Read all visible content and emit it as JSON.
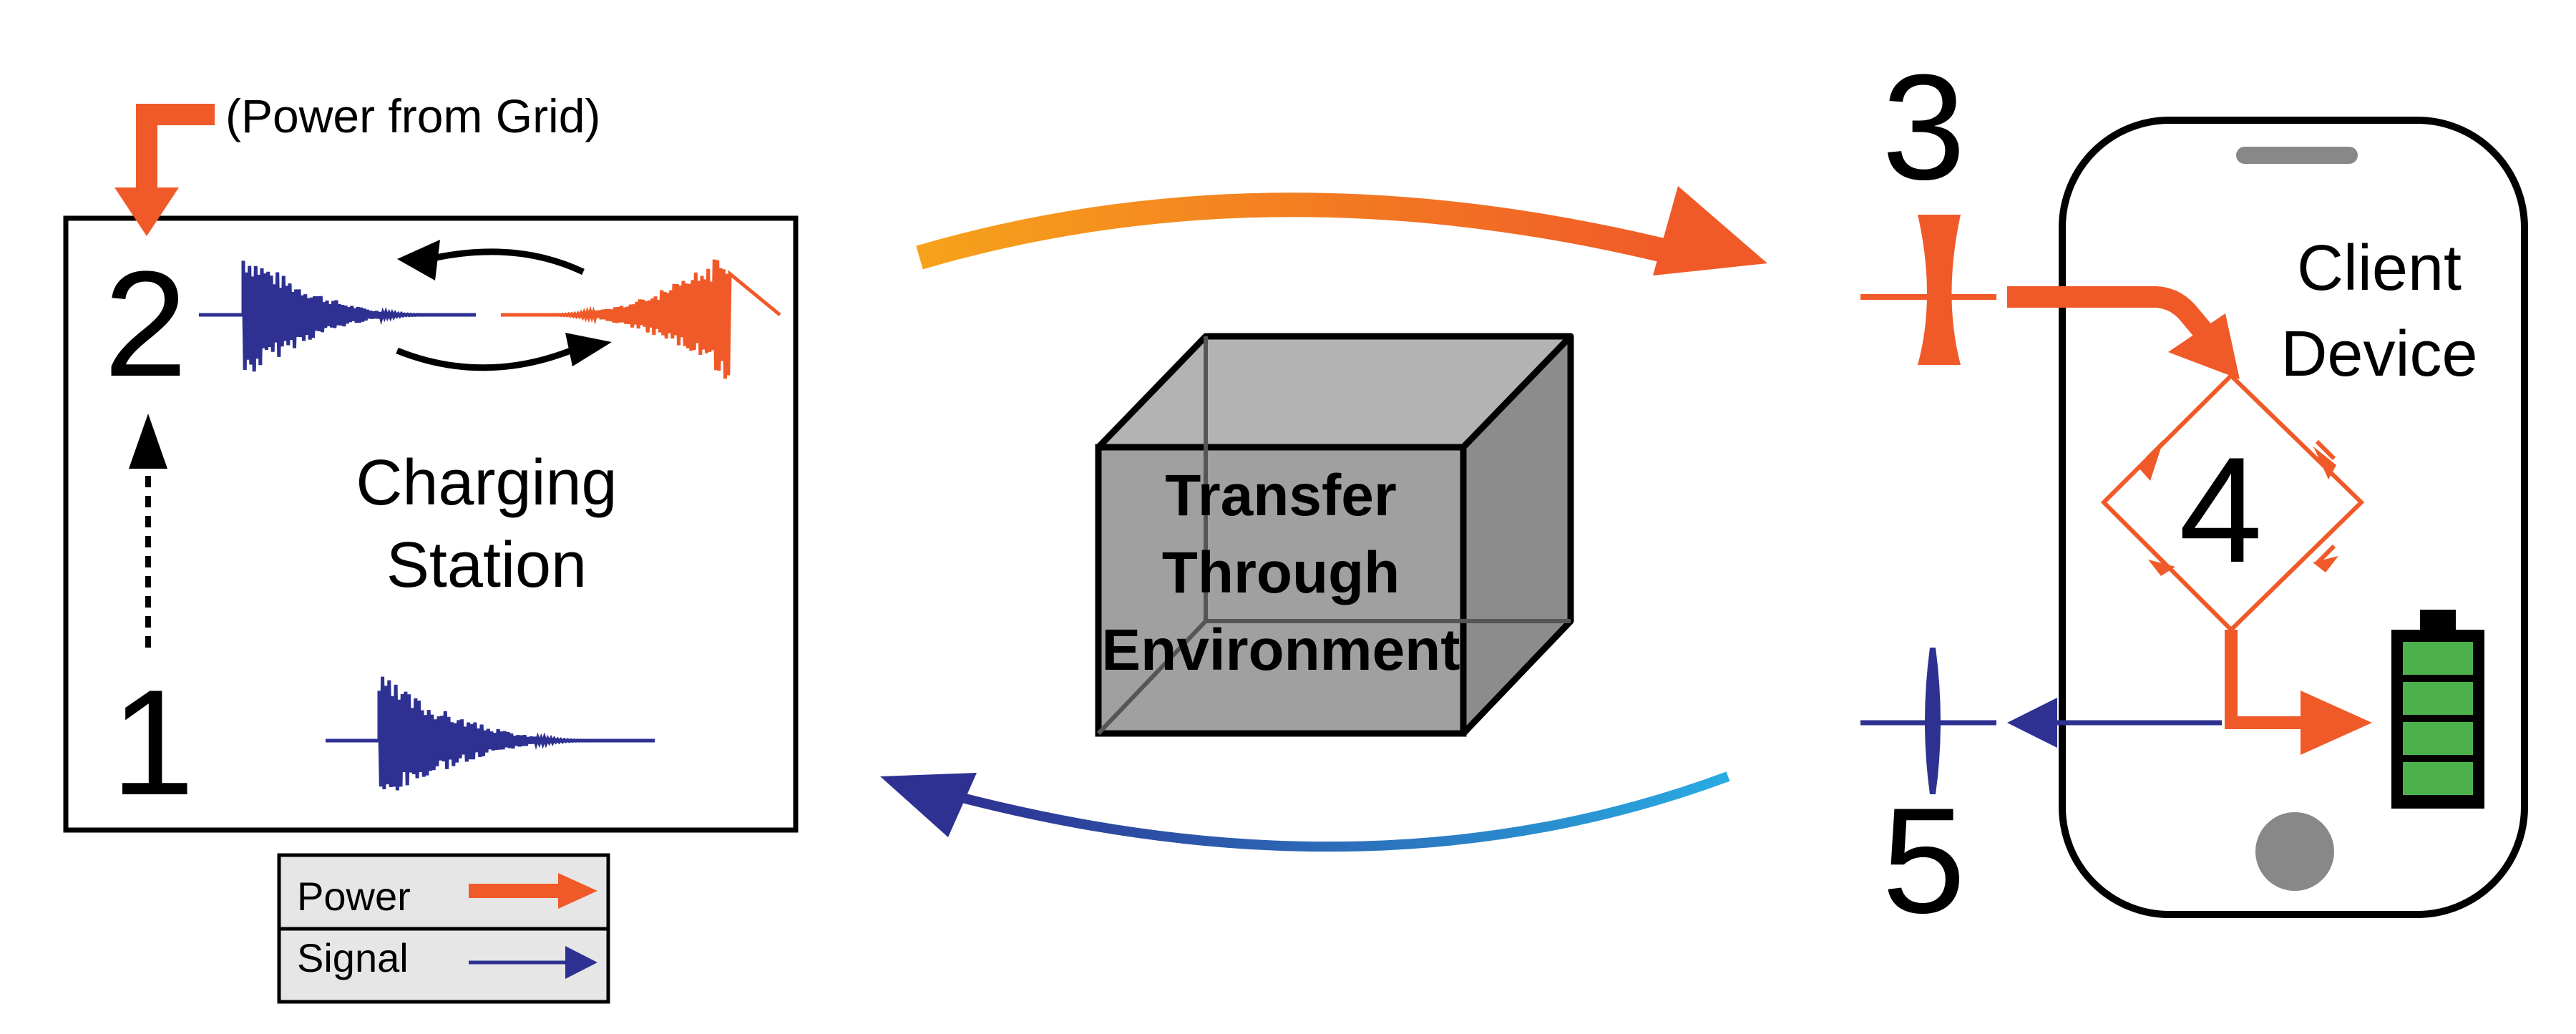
{
  "grid_label": "(Power from Grid)",
  "station": {
    "label_line1": "Charging",
    "label_line2": "Station",
    "step1": "1",
    "step2": "2"
  },
  "environment": {
    "line1": "Transfer",
    "line2": "Through",
    "line3": "Environment"
  },
  "client": {
    "label_line1": "Client",
    "label_line2": "Device",
    "step3": "3",
    "step4": "4",
    "step5": "5"
  },
  "legend": {
    "power": "Power",
    "signal": "Signal"
  },
  "colors": {
    "power": "#f05a28",
    "signal": "#2e3192",
    "battery": "#4cb14a",
    "cube": "#a0a0a0"
  }
}
